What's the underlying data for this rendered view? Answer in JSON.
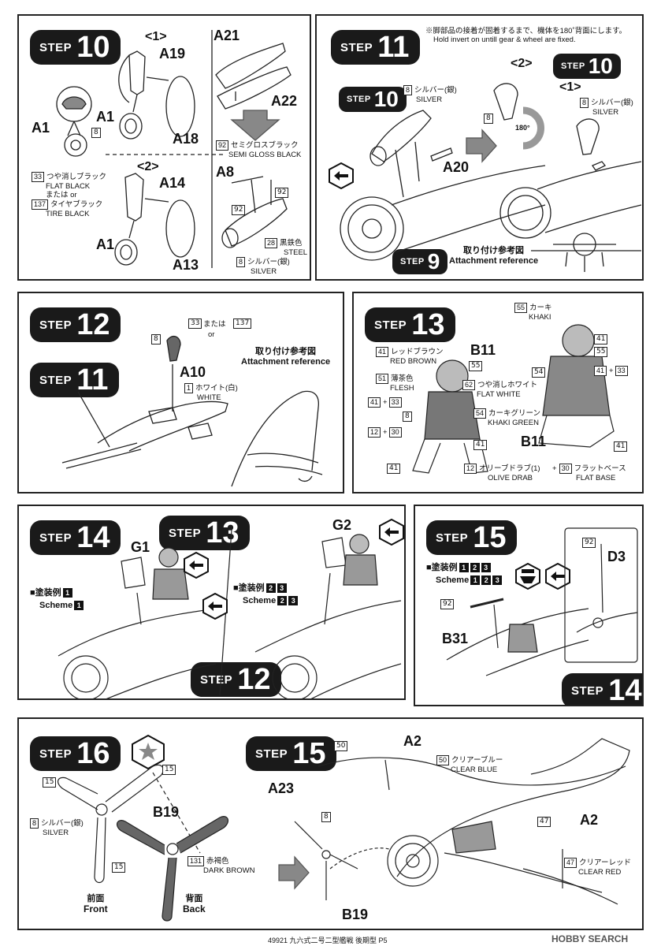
{
  "steps": {
    "s10": {
      "word": "STEP",
      "num": "10"
    },
    "s11": {
      "word": "STEP",
      "num": "11"
    },
    "s12": {
      "word": "STEP",
      "num": "12"
    },
    "s13": {
      "word": "STEP",
      "num": "13"
    },
    "s14": {
      "word": "STEP",
      "num": "14"
    },
    "s15": {
      "word": "STEP",
      "num": "15"
    },
    "s16": {
      "word": "STEP",
      "num": "16"
    }
  },
  "panel10": {
    "sub1": "<1>",
    "sub2": "<2>",
    "parts": [
      "A19",
      "A1",
      "A18",
      "A1",
      "A14",
      "A1",
      "A13",
      "A21",
      "A22",
      "A8"
    ],
    "c8": "8",
    "flat_black": {
      "num": "33",
      "jp": "つや消しブラック",
      "en": "FLAT BLACK"
    },
    "or": "または or",
    "tire_black": {
      "num": "137",
      "jp": "タイヤブラック",
      "en": "TIRE BLACK"
    },
    "semi_gloss": {
      "num": "92",
      "jp": "セミグロスブラック",
      "en": "SEMI GLOSS BLACK"
    },
    "c92": "92",
    "steel": {
      "num": "28",
      "jp": "黒鉄色",
      "en": "STEEL"
    },
    "silver": {
      "num": "8",
      "jp": "シルバー(銀)",
      "en": "SILVER"
    }
  },
  "panel11": {
    "note_jp": "※脚部品の接着が固着するまで、機体を180˚背面にします。",
    "note_en": "Hold invert on untill gear & wheel are fixed.",
    "ref10": {
      "word": "STEP",
      "num": "10"
    },
    "ref9": {
      "word": "STEP",
      "num": "9"
    },
    "sub2": "<2>",
    "sub1": "<1>",
    "silver": {
      "num": "8",
      "jp": "シルバー(銀)",
      "en": "SILVER"
    },
    "part": "A20",
    "deg": "180°",
    "c8": "8",
    "attach_jp": "取り付け参考図",
    "attach_en": "Attachment reference"
  },
  "panel12": {
    "ref11": {
      "word": "STEP",
      "num": "11"
    },
    "c33": "33",
    "mata": "または",
    "c137": "137",
    "or": "or",
    "c8": "8",
    "part": "A10",
    "white": {
      "num": "1",
      "jp": "ホワイト(白)",
      "en": "WHITE"
    },
    "attach_jp": "取り付け参考図",
    "attach_en": "Attachment reference"
  },
  "panel13": {
    "part": "B11",
    "khaki": {
      "num": "55",
      "jp": "カーキ",
      "en": "KHAKI"
    },
    "red_brown": {
      "num": "41",
      "jp": "レッドブラウン",
      "en": "RED BROWN"
    },
    "flesh": {
      "num": "51",
      "jp": "薄茶色",
      "en": "FLESH"
    },
    "flat_white": {
      "num": "62",
      "jp": "つや消しホワイト",
      "en": "FLAT WHITE"
    },
    "khaki_green": {
      "num": "54",
      "jp": "カーキグリーン",
      "en": "KHAKI GREEN"
    },
    "olive": {
      "num": "12",
      "jp": "オリーブドラブ(1)",
      "en": "OLIVE DRAB"
    },
    "flat_base": {
      "num": "30",
      "jp": "フラットベース",
      "en": "FLAT BASE"
    },
    "c41": "41",
    "c55": "55",
    "c54": "54",
    "c33": "33",
    "c8": "8",
    "c12": "12",
    "c30": "30",
    "plus": "+"
  },
  "panel14": {
    "ref13": {
      "word": "STEP",
      "num": "13"
    },
    "ref12": {
      "word": "STEP",
      "num": "12"
    },
    "g1": "G1",
    "g2": "G2",
    "scheme1_jp": "■塗装例",
    "scheme1_en": "Scheme",
    "n1": "1",
    "n2": "2",
    "n3": "3"
  },
  "panel15": {
    "ref14": {
      "word": "STEP",
      "num": "14"
    },
    "scheme_jp": "■塗装例",
    "scheme_en": "Scheme",
    "n1": "1",
    "n2": "2",
    "n3": "3",
    "c92": "92",
    "b31": "B31",
    "d3": "D3"
  },
  "panel16": {
    "ref15": {
      "word": "STEP",
      "num": "15"
    },
    "b19": "B19",
    "c15": "15",
    "silver": {
      "num": "8",
      "jp": "シルバー(銀)",
      "en": "SILVER"
    },
    "dark_brown": {
      "num": "131",
      "jp": "赤褐色",
      "en": "DARK BROWN"
    },
    "front_jp": "前面",
    "front_en": "Front",
    "back_jp": "背面",
    "back_en": "Back",
    "a23": "A23",
    "a2": "A2",
    "c8": "8",
    "c50": "50",
    "c47": "47",
    "clear_blue": {
      "num": "50",
      "jp": "クリアーブルー",
      "en": "CLEAR BLUE"
    },
    "clear_red": {
      "num": "47",
      "jp": "クリアーレッド",
      "en": "CLEAR RED"
    }
  },
  "footer": "49921 九六式二号二型艦戦 後期型 P5",
  "watermark": "HOBBY SEARCH"
}
